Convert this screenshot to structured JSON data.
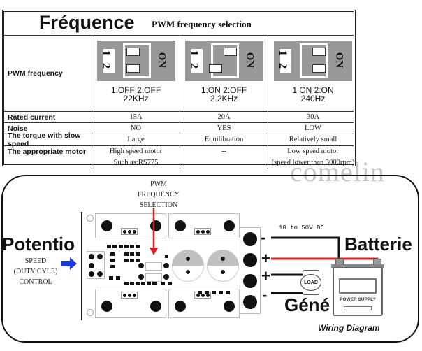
{
  "table": {
    "title": "Fréquence",
    "subtitle": "PWM frequency selection",
    "pwm_label": "PWM frequency",
    "dip_switch": {
      "number_labels": [
        "1",
        "2"
      ],
      "on_label": "ON"
    },
    "modes": [
      {
        "switch1": "OFF",
        "switch2": "OFF",
        "setting": "1:OFF 2:OFF",
        "frequency": "22KHz",
        "rated_current": "15A",
        "noise": "NO",
        "torque": "Large",
        "motor": [
          "High speed motor",
          "Such as:RS775"
        ]
      },
      {
        "switch1": "ON",
        "switch2": "OFF",
        "setting": "1:ON 2:OFF",
        "frequency": "2.2KHz",
        "rated_current": "20A",
        "noise": "YES",
        "torque": "Equilibration",
        "motor": [
          "--"
        ]
      },
      {
        "switch1": "ON",
        "switch2": "ON",
        "setting": "1:ON 2:ON",
        "frequency": "240Hz",
        "rated_current": "30A",
        "noise": "LOW",
        "torque": "Relatively small",
        "motor": [
          "Low speed motor",
          "(speed lower than 3000rpm)"
        ]
      }
    ],
    "row_labels": {
      "rated_current": "Rated current",
      "noise": "Noise",
      "torque": "The torque with slow speed",
      "motor": "The appropriate motor"
    }
  },
  "watermark": "comelin",
  "wiring": {
    "potentio_label": "Potentio",
    "speed_control": [
      "SPEED",
      "(DUTY CYLE)",
      "CONTROL"
    ],
    "pwm_selection": [
      "PWM",
      "FREQUENCY",
      "SELECTION"
    ],
    "voltage": "10 to 50V DC",
    "battery_label": "Batterie",
    "generator_label": "Géné",
    "load_label": "LOAD",
    "power_supply_label": "POWER SUPPLY",
    "terminal_signs": [
      "-",
      "+",
      "+",
      "-"
    ],
    "caption": "Wiring Diagram",
    "colors": {
      "positive_wire": "#d42020",
      "negative_wire": "#111111",
      "arrow_speed": "#1a3ad8",
      "arrow_pwm": "#d42020"
    }
  }
}
